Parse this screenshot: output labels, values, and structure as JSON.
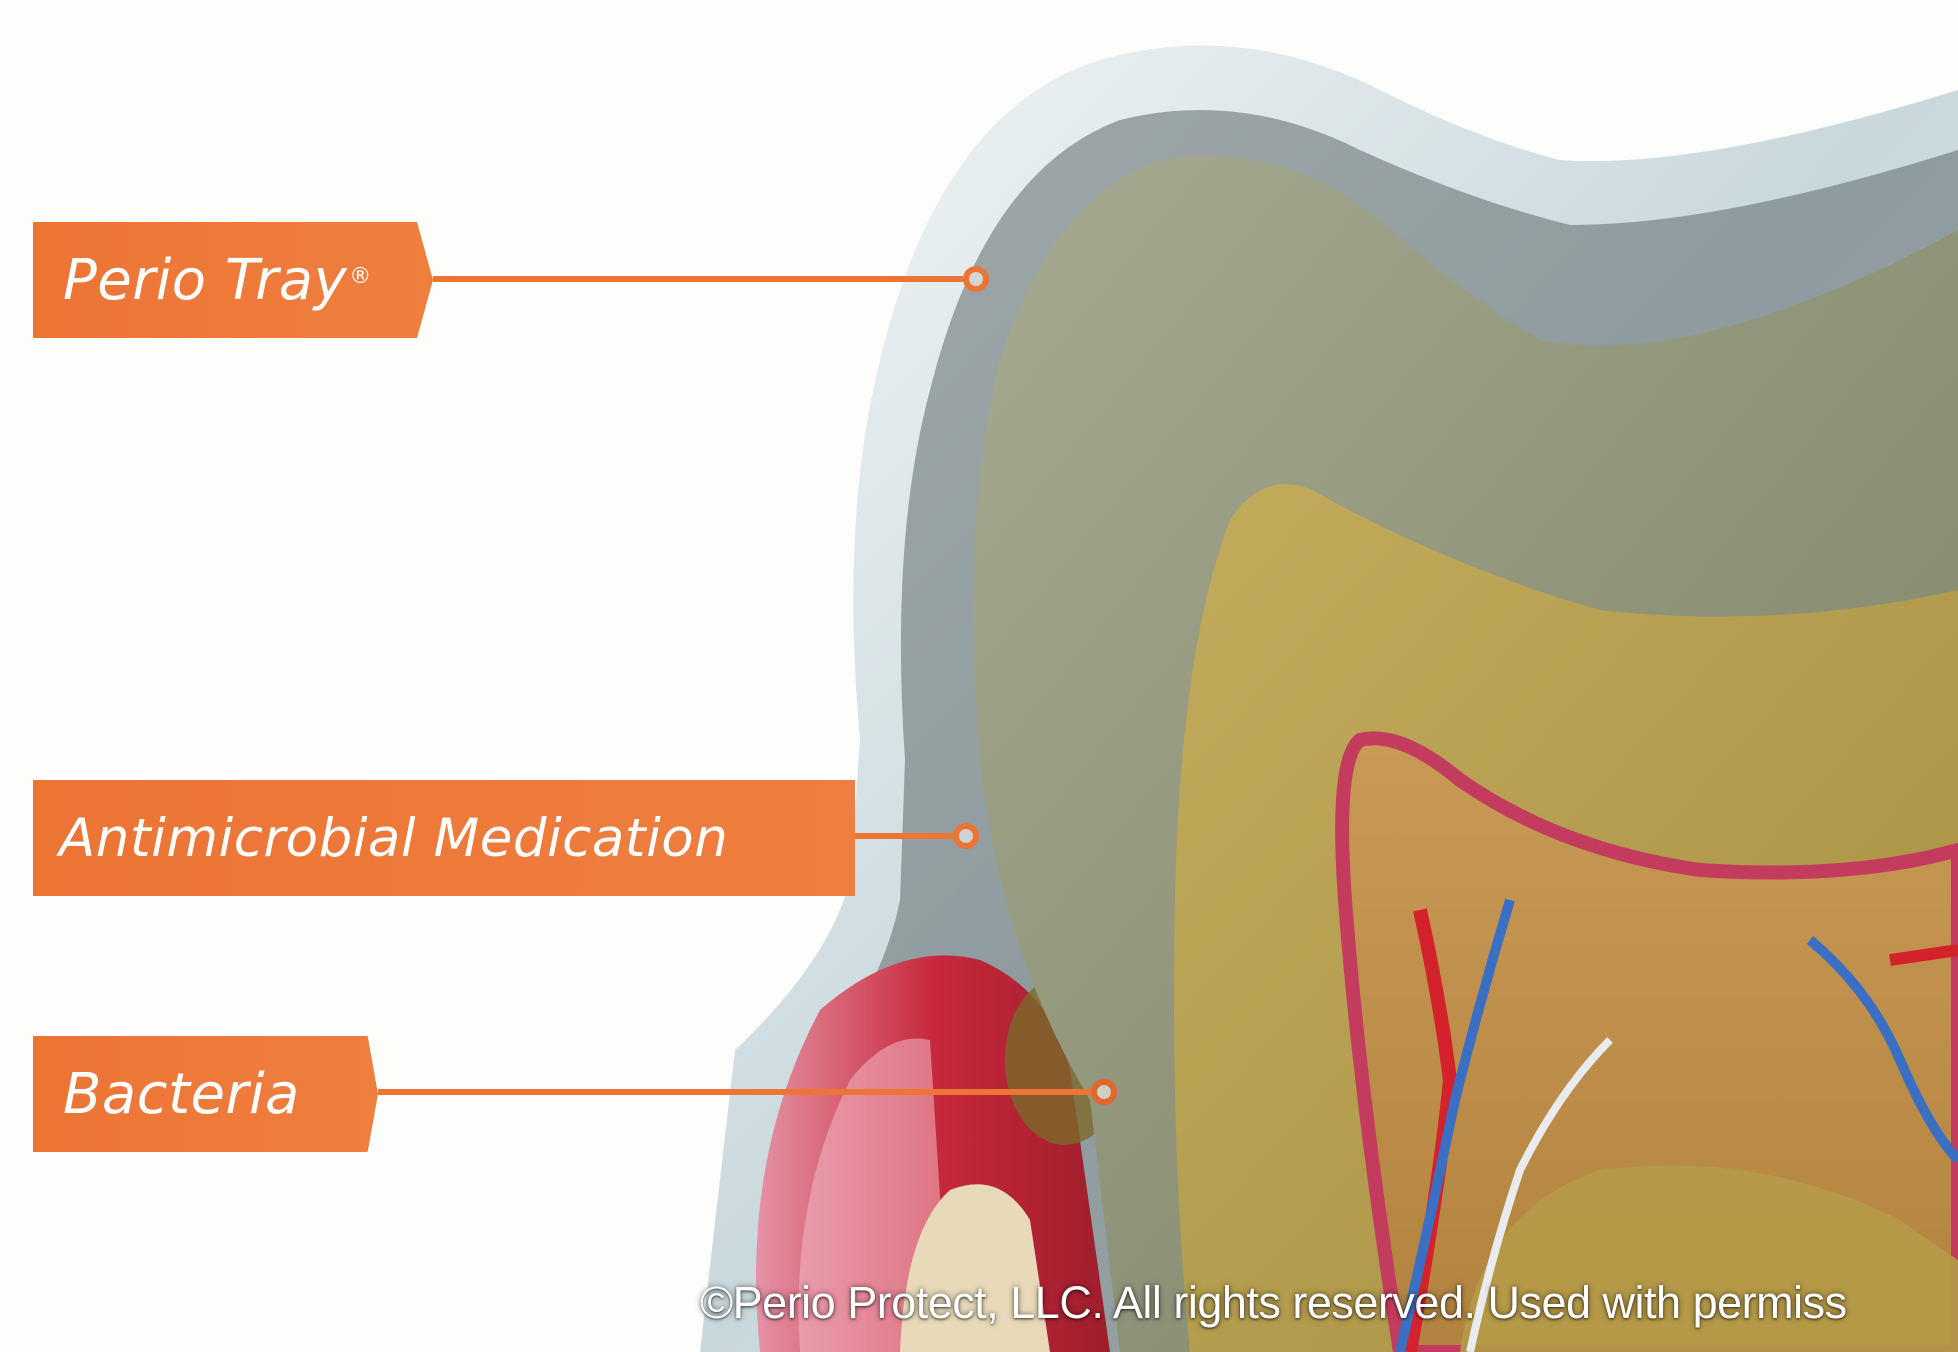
{
  "labels": {
    "tray": {
      "text": "Perio Tray",
      "mark": "®"
    },
    "medication": {
      "text": "Antimicrobial Medication"
    },
    "bacteria": {
      "text": "Bacteria"
    }
  },
  "copyright": "©Perio Protect, LLC. All rights reserved. Used with permiss",
  "colors": {
    "accent": "#ec7435",
    "gum": "#c8283c",
    "enamel": "#8f9478",
    "dentin": "#b6a04e",
    "pulp": "#b98a45",
    "tray": "#cfdde0"
  },
  "illustration": {
    "subject": "tooth-cross-section-with-perio-tray"
  }
}
